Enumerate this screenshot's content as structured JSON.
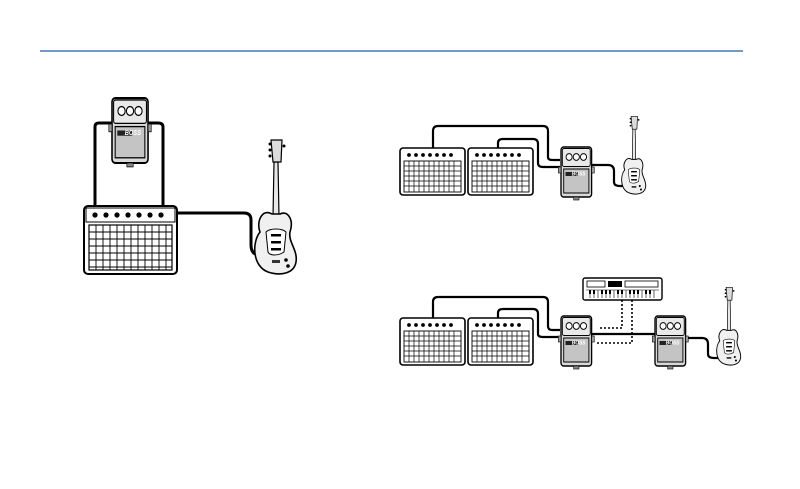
{
  "page": {
    "rule_color": "#1f5fa8"
  },
  "pedal": {
    "brand_label": "BOSS"
  },
  "diagrams": [
    {
      "id": "single-amp-setup",
      "amps": 1,
      "pedals": 1,
      "guitar": true,
      "keyboard": false
    },
    {
      "id": "two-amp-setup",
      "amps": 2,
      "pedals": 1,
      "guitar": true,
      "keyboard": false
    },
    {
      "id": "two-amp-sync-setup",
      "amps": 2,
      "pedals": 2,
      "guitar": true,
      "keyboard": true,
      "link": "dotted"
    }
  ]
}
